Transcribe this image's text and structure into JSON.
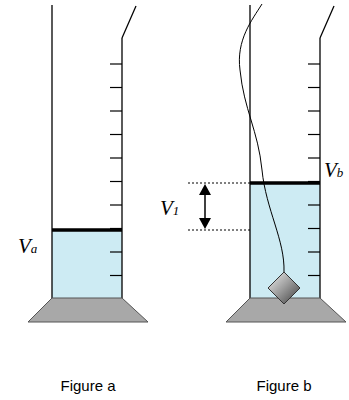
{
  "diagram": {
    "labels": [
      "Va",
      "V1",
      "Vb",
      "Figure a",
      "Figure b"
    ]
  }
}
